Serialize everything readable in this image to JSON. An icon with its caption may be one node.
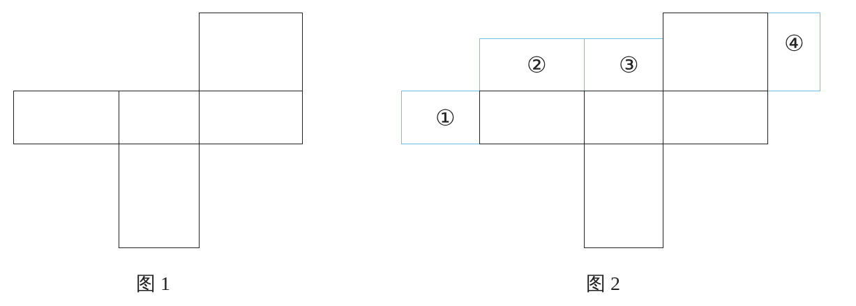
{
  "diagram": {
    "nodes": [
      {
        "text": [],
        "shape": "box"
      },
      {
        "text": [],
        "shape": "box"
      },
      {
        "text": [],
        "shape": "box"
      },
      {
        "text": [],
        "shape": "box"
      },
      {
        "text": [],
        "shape": "box"
      },
      {
        "text": [],
        "shape": "box"
      },
      {
        "text": [
          "④"
        ]
      },
      {
        "text": [
          "②"
        ]
      },
      {
        "text": [
          "③"
        ]
      },
      {
        "text": [
          "①"
        ]
      },
      {
        "text": [],
        "shape": "box"
      },
      {
        "text": [],
        "shape": "box"
      },
      {
        "text": [],
        "shape": "box"
      },
      {
        "text": [],
        "shape": "box"
      }
    ],
    "labels": [
      "图 1",
      "图 2"
    ]
  }
}
